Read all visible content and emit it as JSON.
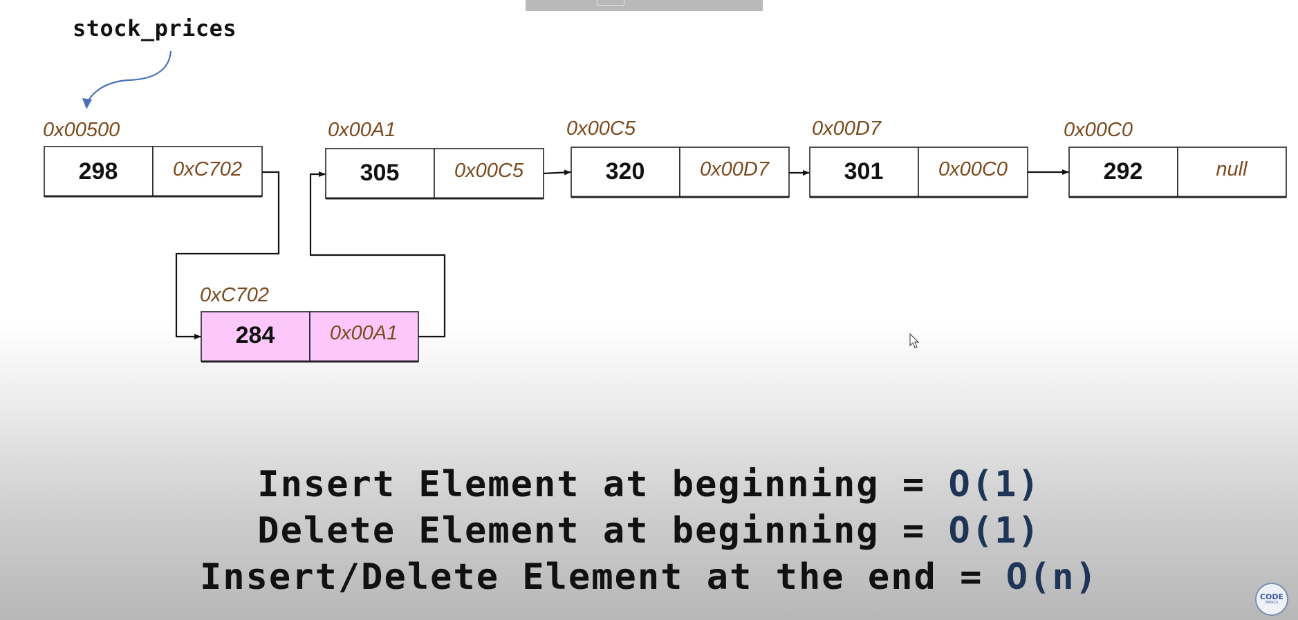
{
  "head": {
    "label": "stock_prices"
  },
  "nodes": [
    {
      "address": "0x00500",
      "value": "298",
      "next": "0xC702"
    },
    {
      "address": "0x00A1",
      "value": "305",
      "next": "0x00C5"
    },
    {
      "address": "0x00C5",
      "value": "320",
      "next": "0x00D7"
    },
    {
      "address": "0x00D7",
      "value": "301",
      "next": "0x00C0"
    },
    {
      "address": "0x00C0",
      "value": "292",
      "next": "null"
    }
  ],
  "inserted_node": {
    "address": "0xC702",
    "value": "284",
    "next": "0x00A1",
    "fill_color": "#fcc8fc"
  },
  "complexity": {
    "line1": {
      "text": "Insert Element at beginning = ",
      "big_o": "O(1)"
    },
    "line2": {
      "text": "Delete Element at beginning = ",
      "big_o": "O(1)"
    },
    "line3": {
      "text": "Insert/Delete Element at the end = ",
      "big_o": "O(n)"
    }
  },
  "logo": {
    "line1": "CODE",
    "line2": "BASICS"
  }
}
